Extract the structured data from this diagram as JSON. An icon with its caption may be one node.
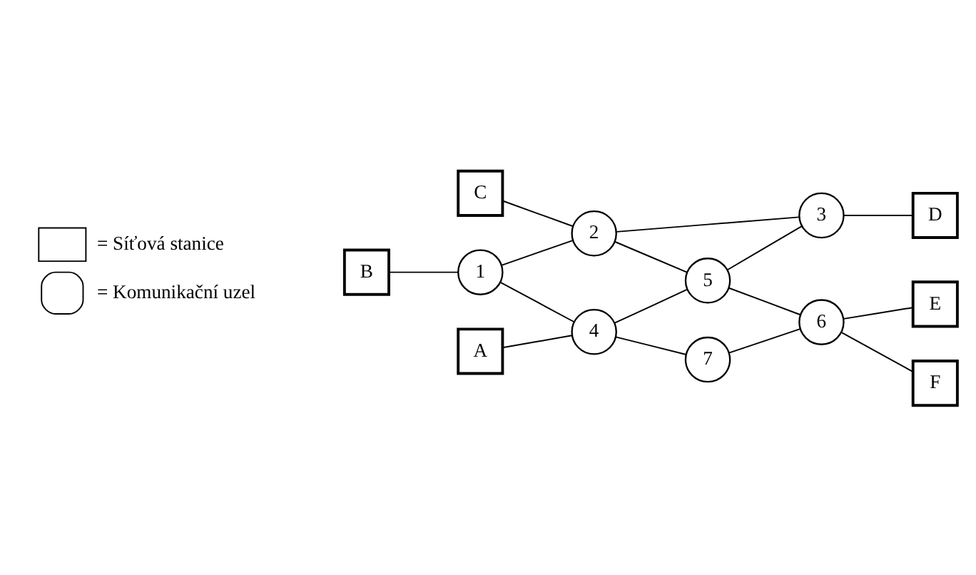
{
  "diagram": {
    "nodes": [
      {
        "text": [
          "C"
        ]
      },
      {
        "text": [
          "2"
        ]
      },
      {
        "text": [
          "3"
        ]
      },
      {
        "text": [
          "D"
        ]
      },
      {
        "text": [
          "B"
        ]
      },
      {
        "text": [
          "1"
        ]
      },
      {
        "text": [
          "5"
        ]
      },
      {
        "text": [
          "A"
        ]
      },
      {
        "text": [
          "4"
        ]
      },
      {
        "text": [
          "6"
        ]
      },
      {
        "text": [
          "E"
        ]
      },
      {
        "text": [
          "7"
        ]
      },
      {
        "text": [
          "F"
        ]
      }
    ],
    "edges": [
      {
        "from": 0,
        "to": 1,
        "arrow": "none"
      },
      {
        "from": 1,
        "to": 2,
        "arrow": "none"
      },
      {
        "from": 2,
        "to": 3,
        "arrow": "none"
      },
      {
        "from": 4,
        "to": 5,
        "arrow": "none"
      },
      {
        "from": 5,
        "to": 1,
        "arrow": "none"
      },
      {
        "from": 1,
        "to": 6,
        "arrow": "none"
      },
      {
        "from": 6,
        "to": 2,
        "arrow": "none"
      },
      {
        "from": 5,
        "to": 8,
        "arrow": "none"
      },
      {
        "from": 7,
        "to": 8,
        "arrow": "none"
      },
      {
        "from": 8,
        "to": 6,
        "arrow": "none"
      },
      {
        "from": 6,
        "to": 9,
        "arrow": "none"
      },
      {
        "from": 9,
        "to": 10,
        "arrow": "none"
      },
      {
        "from": 8,
        "to": 11,
        "arrow": "none"
      },
      {
        "from": 11,
        "to": 9,
        "arrow": "none"
      },
      {
        "from": 9,
        "to": 12,
        "arrow": "none"
      }
    ],
    "legend": [
      {
        "text": "= Síťová stanice"
      },
      {
        "text": "= Komunikační uzel"
      }
    ]
  }
}
